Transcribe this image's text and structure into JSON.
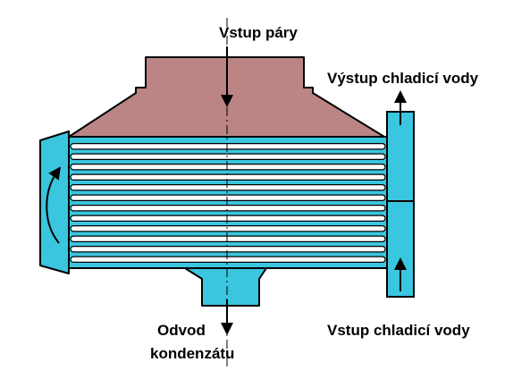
{
  "labels": {
    "steam_inlet": "Vstup páry",
    "cooling_water_outlet": "Výstup chladicí vody",
    "cooling_water_inlet": "Vstup chladicí vody",
    "condensate_outlet_line1": "Odvod",
    "condensate_outlet_line2": "kondenzátu"
  },
  "colors": {
    "steam_chamber": "#bb8585",
    "water": "#3bc6df",
    "outline": "#000000",
    "tube": "#ffffff",
    "background": "#ffffff"
  },
  "tube_count": 12
}
